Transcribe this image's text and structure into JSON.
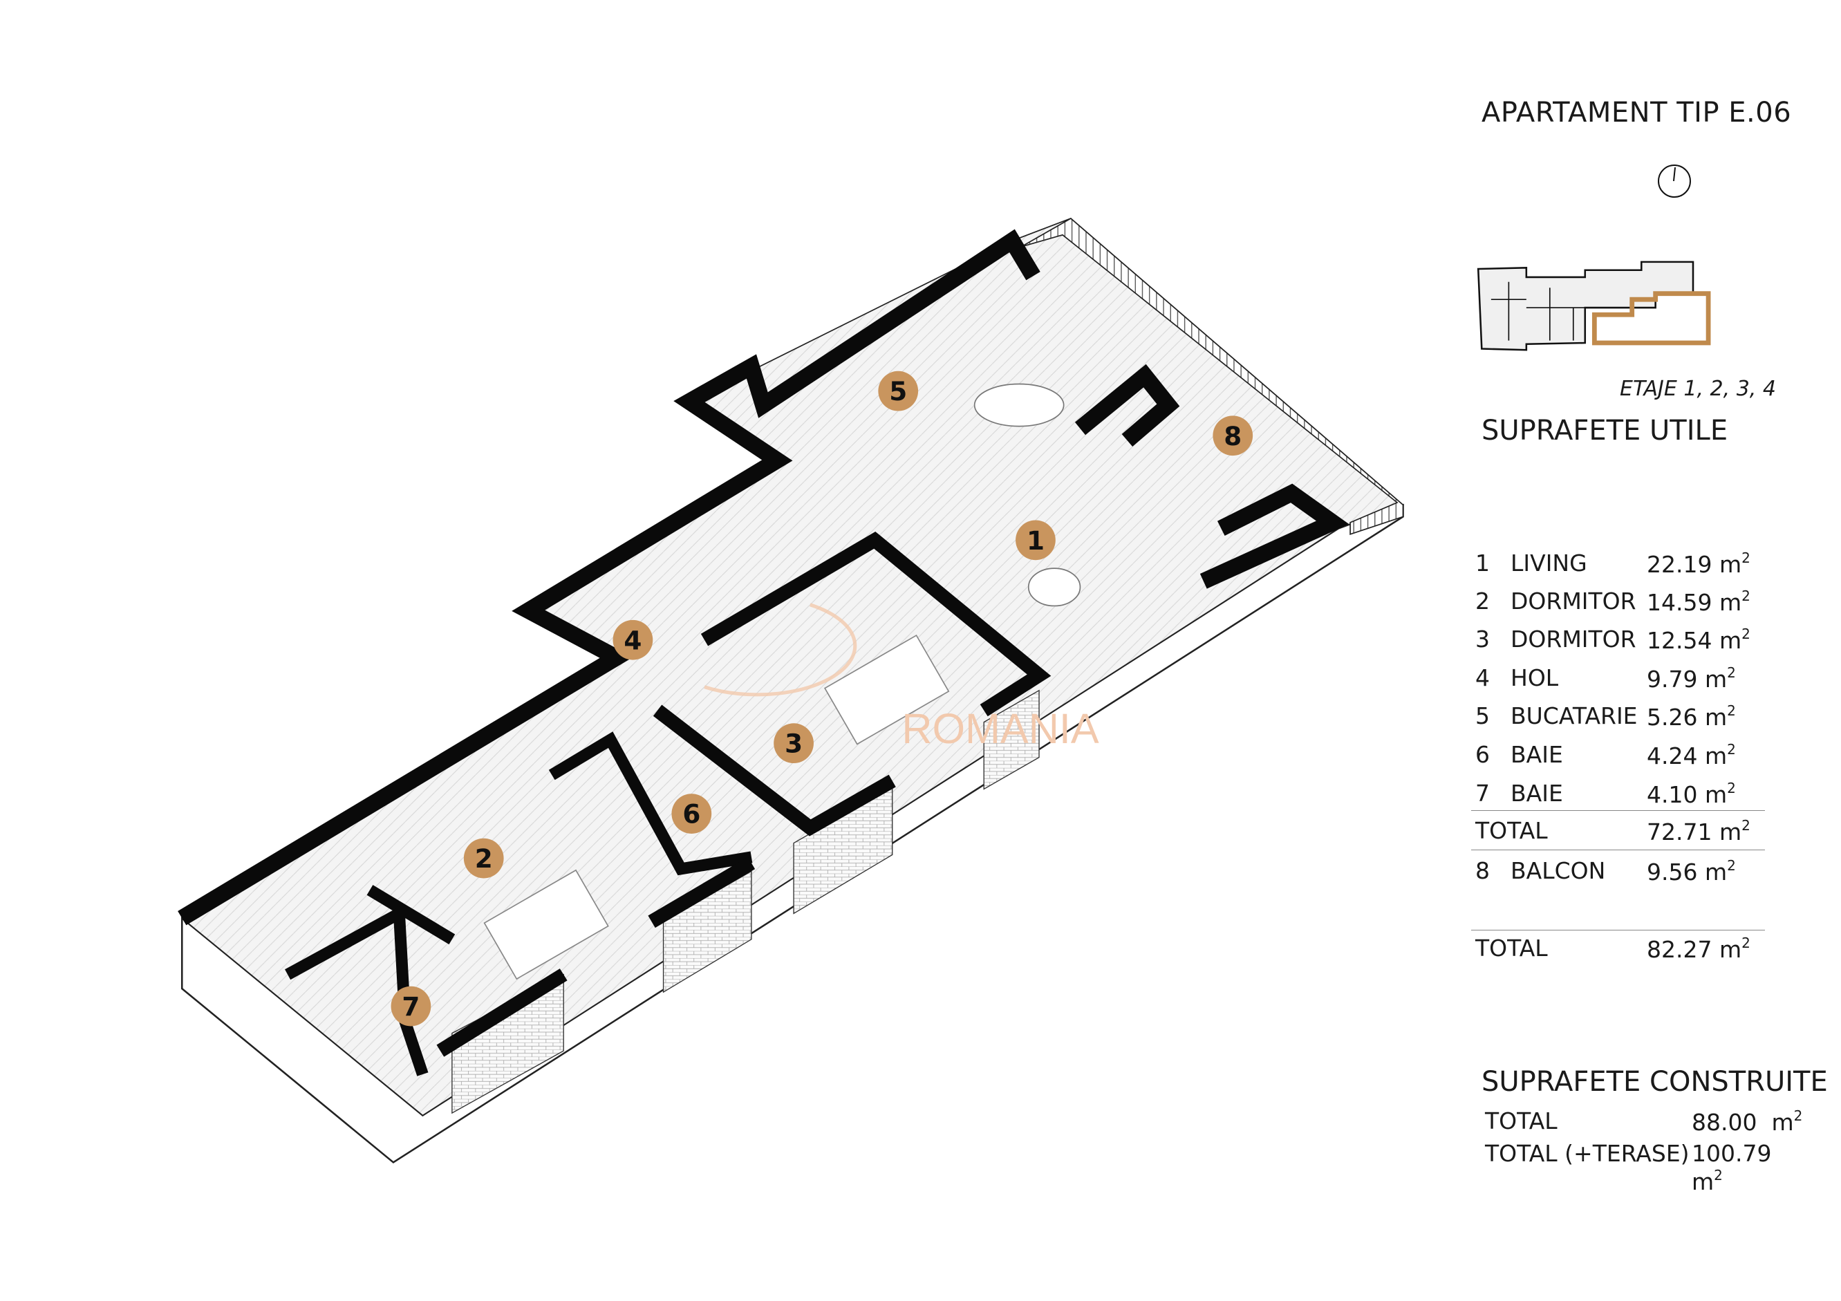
{
  "header": {
    "title": "APARTAMENT TIP E.06",
    "compass_icon": "north-arrow-icon",
    "floors": "ETAJE 1, 2, 3, 4"
  },
  "colors": {
    "accent": "#c9955e",
    "wall": "#0a0a0a",
    "watermark": "#f2c9ad"
  },
  "watermark": "ROMANIA",
  "plan_labels": [
    "1",
    "2",
    "3",
    "4",
    "5",
    "6",
    "7",
    "8"
  ],
  "utile": {
    "heading": "SUPRAFETE UTILE",
    "unit": "m",
    "unit_exp": "2",
    "rooms": [
      {
        "num": "1",
        "name": "LIVING",
        "area": "22.19"
      },
      {
        "num": "2",
        "name": "DORMITOR",
        "area": "14.59"
      },
      {
        "num": "3",
        "name": "DORMITOR",
        "area": "12.54"
      },
      {
        "num": "4",
        "name": "HOL",
        "area": "9.79"
      },
      {
        "num": "5",
        "name": "BUCATARIE",
        "area": "5.26"
      },
      {
        "num": "6",
        "name": "BAIE",
        "area": "4.24"
      },
      {
        "num": "7",
        "name": "BAIE",
        "area": "4.10"
      }
    ],
    "subtotal": {
      "label": "TOTAL",
      "area": "72.71"
    },
    "balcony": {
      "num": "8",
      "name": "BALCON",
      "area": "9.56"
    },
    "total": {
      "label": "TOTAL",
      "area": "82.27"
    }
  },
  "construite": {
    "heading": "SUPRAFETE CONSTRUITE",
    "rows": [
      {
        "label": "TOTAL",
        "area": "88.00"
      },
      {
        "label": "TOTAL (+TERASE)",
        "area": "100.79"
      }
    ]
  }
}
